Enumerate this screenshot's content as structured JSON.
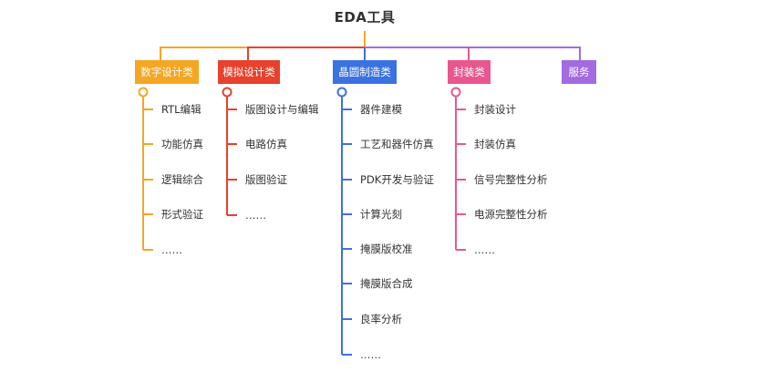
{
  "title": "EDA工具",
  "colors": {
    "digital": "#F5A623",
    "analog": "#E8412D",
    "wafer": "#3B72E2",
    "package": "#E9578F",
    "service": "#A26BE0",
    "text": "#333333"
  },
  "categories": [
    {
      "label": "数字设计类",
      "items": [
        "RTL编辑",
        "功能仿真",
        "逻辑综合",
        "形式验证",
        "……"
      ]
    },
    {
      "label": "模拟设计类",
      "items": [
        "版图设计与编辑",
        "电路仿真",
        "版图验证",
        "……"
      ]
    },
    {
      "label": "晶圆制造类",
      "items": [
        "器件建模",
        "工艺和器件仿真",
        "PDK开发与验证",
        "计算光刻",
        "掩膜版校准",
        "掩膜版合成",
        "良率分析",
        "……"
      ]
    },
    {
      "label": "封装类",
      "items": [
        "封装设计",
        "封装仿真",
        "信号完整性分析",
        "电源完整性分析",
        "……"
      ]
    },
    {
      "label": "服务",
      "items": []
    }
  ]
}
